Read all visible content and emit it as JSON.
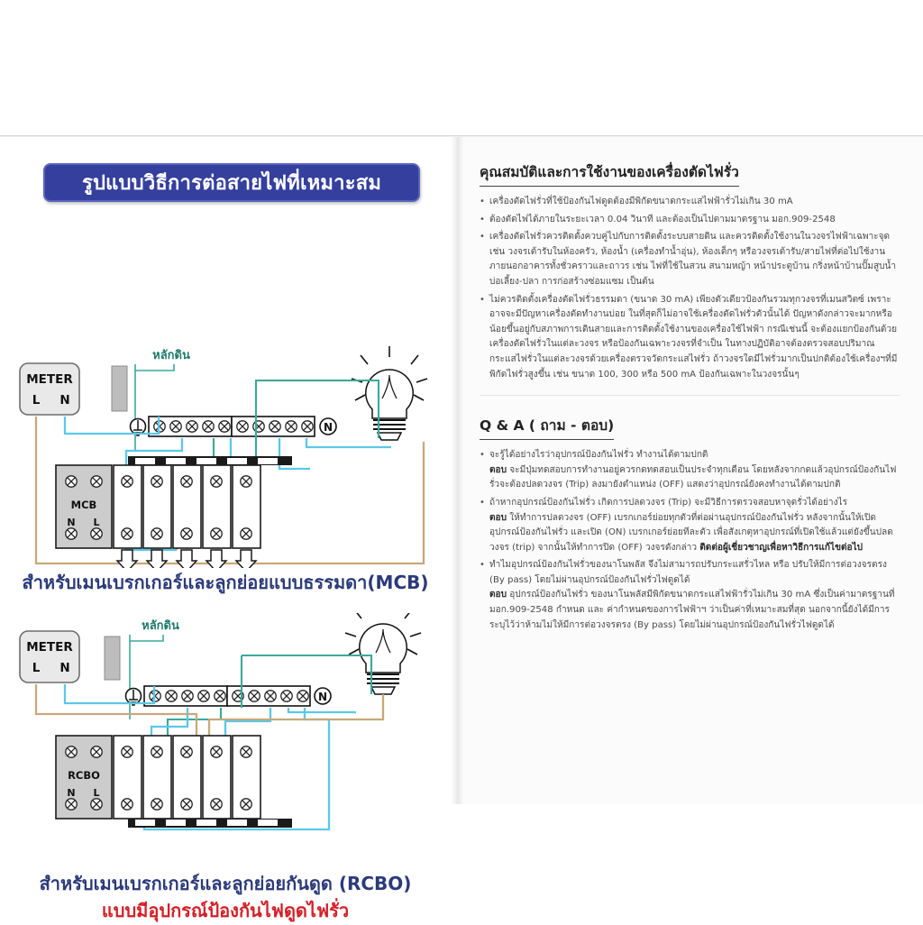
{
  "left": {
    "title_banner": "รูปแบบวิธีการต่อสายไฟที่เหมาะสม",
    "labels": {
      "ground_rod": "หลักดิน",
      "meter": "METER",
      "meter_l": "L",
      "meter_n": "N",
      "neutral_badge": "N",
      "mcb": "MCB",
      "rcbo": "RCBO",
      "breaker_n": "N",
      "breaker_l": "L"
    },
    "caption_mcb": "สำหรับเมนเบรกเกอร์และลูกย่อยแบบธรรมดา(MCB)",
    "caption_rcbo": "สำหรับเมนเบรกเกอร์และลูกย่อยกันดูด (RCBO)",
    "caption_rcbo_sub": "แบบมีอุปกรณ์ป้องกันไฟดูดไฟรั่ว"
  },
  "right": {
    "features_heading": "คุณสมบัติและการใช้งานของเครื่องตัดไฟรั่ว",
    "features": [
      "เครื่องตัดไฟรั่วที่ใช้ป้องกันไฟดูดต้องมีพิกัดขนาดกระแสไฟฟ้ารั่วไม่เกิน 30 mA",
      "ต้องตัดไฟได้ภายในระยะเวลา 0.04 วินาที และต้องเป็นไปตามมาตรฐาน มอก.909-2548",
      "เครื่องตัดไฟรั่วควรติดตั้งควบคู่ไปกับการติดตั้งระบบสายดิน และควรติดตั้งใช้งานในวงจรไฟฟ้าเฉพาะจุดเช่น วงจรเต้ารับในห้องครัว, ห้องน้ำ (เครื่องทำน้ำอุ่น), ห้องเด็กๆ หรือวงจรเต้ารับ/สายไฟที่ต่อไปใช้งานภายนอกอาคารทั้งชั่วคราวและถาวร เช่น ไฟที่ใช้ในสวน สนามหญ้า หน้าประตูบ้าน กริ่งหน้าบ้านปั๊มสูบน้ำ บ่อเลี้ยง-ปลา การก่อสร้างซ่อมแซม เป็นต้น",
      "ไม่ควรติดตั้งเครื่องตัดไฟรั่วธรรมดา (ขนาด 30 mA) เพียงตัวเดียวป้องกันรวมทุกวงจรที่เมนสวิตซ์ เพราะอาจจะมีปัญหาเครื่องตัดทำงานบ่อย ในที่สุดก็ไม่อาจใช้เครื่องตัดไฟรั่วตัวนั้นได้ ปัญหาดังกล่าวจะมากหรือน้อยขึ้นอยู่กับสภาพการเดินสายและการติดตั้งใช้งานของเครื่องใช้ไฟฟ้า กรณีเช่นนี้ จะต้องแยกป้องกันด้วยเครื่องตัดไฟรั่วในแต่ละวงจร หรือป้องกันเฉพาะวงจรที่จำเป็น ในทางปฏิบัติอาจต้องตรวจสอบปริมาณกระแสไฟรั่วในแต่ละวงจรด้วยเครื่องตรวจวัดกระแสไฟรั่ว ถ้าวงจรใดมีไฟรั่วมากเป็นปกติต้องใช้เครื่องฯที่มีพิกัดไฟรั่วสูงขึ้น เช่น ขนาด 100, 300 หรือ 500 mA ป้องกันเฉพาะในวงจรนั้นๆ"
    ],
    "qa_heading": "Q & A ( ถาม - ตอบ)",
    "qa": [
      {
        "q": "จะรู้ได้อย่างไรว่าอุปกรณ์ป้องกันไฟรั่ว ทำงานได้ตามปกติ",
        "a_label": "ตอบ",
        "a": "จะมีปุ่มทดสอบการทำงานอยู่ควรกดทดสอบเป็นประจำทุกเดือน โดยหลังจากกดแล้วอุปกรณ์ป้องกันไฟรั่วจะต้องปลดวงจร (Trip) ลงมายังตำแหน่ง (OFF) แสดงว่าอุปกรณ์ยังคงทำงานได้ตามปกติ",
        "a_bold_tail": ""
      },
      {
        "q": "ถ้าหากอุปกรณ์ป้องกันไฟรั่ว เกิดการปลดวงจร (Trip) จะมีวิธีการตรวจสอบหาจุดรั่วได้อย่างไร",
        "a_label": "ตอบ",
        "a": "ให้ทำการปลดวงจร (OFF) เบรกเกอร์ย่อยทุกตัวที่ต่อผ่านอุปกรณ์ป้องกันไฟรั่ว หลังจากนั้นให้เปิดอุปกรณ์ป้องกันไฟรั่ว และเปิด (ON) เบรกเกอร์ย่อยทีละตัว เพื่อสังเกตุหาอุปกรณ์ที่เปิดใช้แล้วแต่ยังขึ้นปลดวงจร (trip) จากนั้นให้ทำการปิด (OFF) วงจรดังกล่าว ",
        "a_bold_tail": "ติดต่อผู้เชี่ยวชาญเพื่อหาวิธีการแก้ไขต่อไป"
      },
      {
        "q": "ทำไมอุปกรณ์ป้องกันไฟรั่วของนาโนพลัส จึงไม่สามารถปรับกระแสรั่วไหล หรือ ปรับให้มีการต่อวงจรตรง (By pass) โดยไม่ผ่านอุปกรณ์ป้องกันไฟรั่วไฟดูดได้",
        "a_label": "ตอบ",
        "a": "อุปกรณ์ป้องกันไฟรั่ว ของนาโนพลัสมีพิกัดขนาดกระแสไฟฟ้ารั่วไม่เกิน 30 mA ซึ่งเป็นค่ามาตรฐานที่ มอก.909-2548 กำหนด และ ค่ากำหนดของการไฟฟ้าฯ ว่าเป็นค่าที่เหมาะสมที่สุด นอกจากนี้ยังได้มีการระบุไว้ว่าห้ามไม่ให้มีการต่อวงจรตรง (By pass) โดยไม่ผ่านอุปกรณ์ป้องกันไฟรั่วไฟดูดได้",
        "a_bold_tail": ""
      }
    ]
  },
  "colors": {
    "banner_blue": "#353f9e",
    "caption_blue": "#2b3a7a",
    "caption_red": "#d41f26",
    "wire_live_brown": "#c8a87a",
    "wire_neutral_blue": "#5bc8e8",
    "wire_ground_teal": "#3aa99a",
    "breaker_grey": "#c9c9c9"
  }
}
